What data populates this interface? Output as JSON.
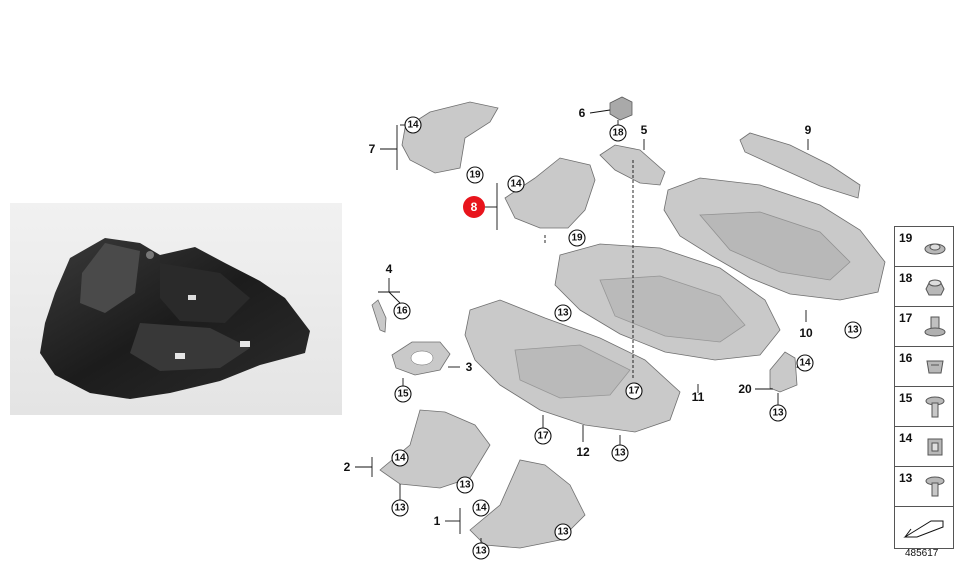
{
  "diagram": {
    "highlight_color": "#e8141c",
    "parts": [
      {
        "id": "p1",
        "label": "1"
      },
      {
        "id": "p2",
        "label": "2"
      },
      {
        "id": "p3",
        "label": "3"
      },
      {
        "id": "p4",
        "label": "4"
      },
      {
        "id": "p5",
        "label": "5"
      },
      {
        "id": "p6",
        "label": "6"
      },
      {
        "id": "p7",
        "label": "7"
      },
      {
        "id": "p8",
        "label": "8"
      },
      {
        "id": "p9",
        "label": "9"
      },
      {
        "id": "p10",
        "label": "10"
      },
      {
        "id": "p11",
        "label": "11"
      },
      {
        "id": "p12",
        "label": "12"
      },
      {
        "id": "p20",
        "label": "20"
      }
    ],
    "fastener_labels": {
      "c13": "13",
      "c14": "14",
      "c15": "15",
      "c16": "16",
      "c17": "17",
      "c18": "18",
      "c19": "19"
    }
  },
  "legend": {
    "items": [
      {
        "label": "19",
        "icon": "clip-nut-icon"
      },
      {
        "label": "18",
        "icon": "hex-nut-icon"
      },
      {
        "label": "17",
        "icon": "flange-nut-icon"
      },
      {
        "label": "16",
        "icon": "spring-clip-icon"
      },
      {
        "label": "15",
        "icon": "screw-icon"
      },
      {
        "label": "14",
        "icon": "clip-icon"
      },
      {
        "label": "13",
        "icon": "bolt-icon"
      }
    ]
  },
  "document_number": "485617"
}
